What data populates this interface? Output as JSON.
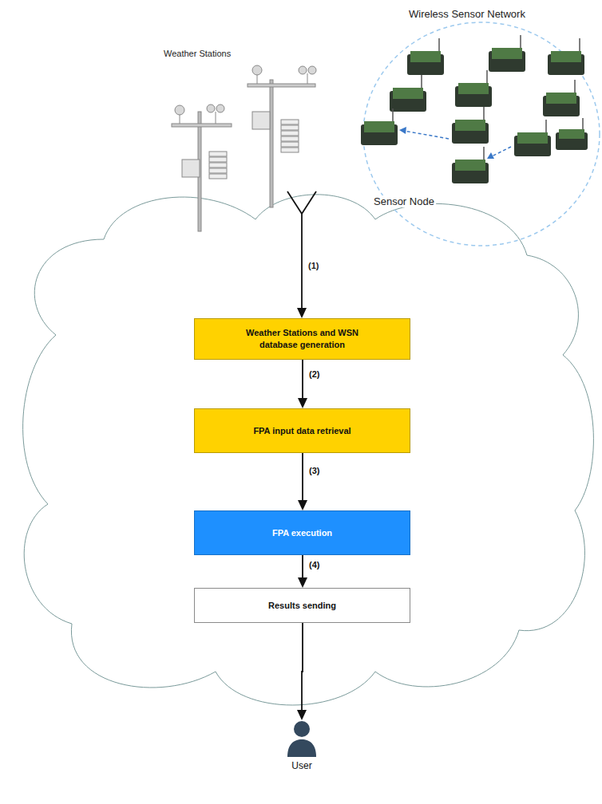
{
  "diagram": {
    "nodes": [
      {
        "text": [
          "Weather Stations and WSN database generation"
        ]
      },
      {
        "text": [
          "FPA input data retrieval"
        ]
      },
      {
        "text": [
          "FPA execution"
        ]
      },
      {
        "text": [
          "Results sending"
        ]
      },
      {
        "text": [
          "User"
        ]
      }
    ],
    "edges": [
      {
        "from": 0,
        "to": 1,
        "label": "(2)",
        "arrow": "to"
      },
      {
        "from": 1,
        "to": 2,
        "label": "(3)",
        "arrow": "to"
      },
      {
        "from": 2,
        "to": 3,
        "label": "(4)",
        "arrow": "to"
      },
      {
        "from": 3,
        "to": 4,
        "arrow": "to"
      }
    ],
    "labels": [
      "Wireless Sensor Network",
      "Weather Stations",
      "Sensor Node",
      "(1)"
    ]
  }
}
